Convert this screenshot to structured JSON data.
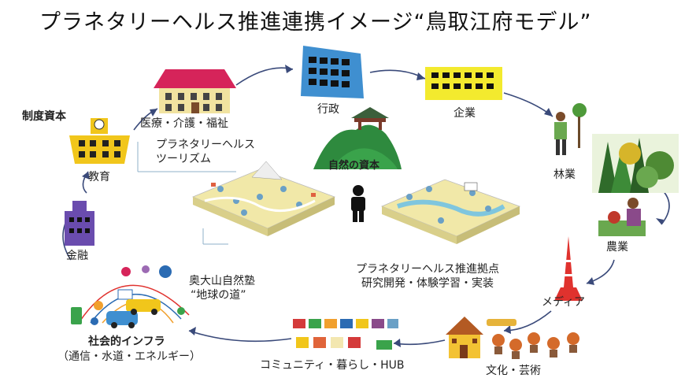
{
  "title": "プラネタリーヘルス推進連携イメージ“鳥取江府モデル”",
  "nodes": {
    "gyosei": "行政",
    "kigyo": "企業",
    "iryo": "医療・介護・福祉",
    "seido_shihon": "制度資本",
    "kyoiku": "教育",
    "ringyo": "林業",
    "nogyo": "農業",
    "kinyu": "金融",
    "media": "メディア",
    "bunka": "文化・芸術",
    "community": "コミュニティ・暮らし・HUB",
    "infra_title": "社会的インフラ",
    "infra_sub": "（通信・水道・エネルギー）"
  },
  "center": {
    "shizen_shihon": "自然の資本",
    "tourism_line1": "プラネタリーヘルス",
    "tourism_line2": "ツーリズム",
    "okudaisen_line1": "奥大山自然塾",
    "okudaisen_line2": "“地球の道”",
    "kyoten_line1": "プラネタリーヘルス推進拠点",
    "kyoten_line2": "研究開発・体験学習・実装"
  }
}
